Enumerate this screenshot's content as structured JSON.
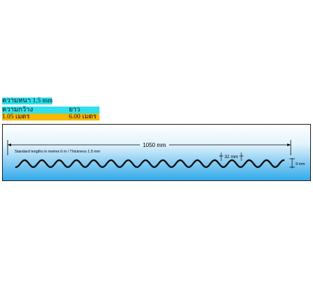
{
  "specs": {
    "thickness": "ความหนา  1.5 mm",
    "width_label": "ความกว้าง",
    "length_label": "ยาว",
    "width_value": "1.05 เมตร",
    "length_value": "6.00 เมตร"
  },
  "drawing": {
    "width_dim": "1050 mm",
    "note": "Standard lengths in metres 6 m / Thickness 1.5 mm",
    "pitch_dim": "32 mm",
    "depth_dim": "9 mm",
    "wave_count": 16,
    "colors": {
      "panel_top": "#ffffff",
      "panel_bottom": "#2fa8ea",
      "wave": "#111111",
      "thickness_bg": "#2fe0ee",
      "width_bg": "#f7b800"
    }
  }
}
